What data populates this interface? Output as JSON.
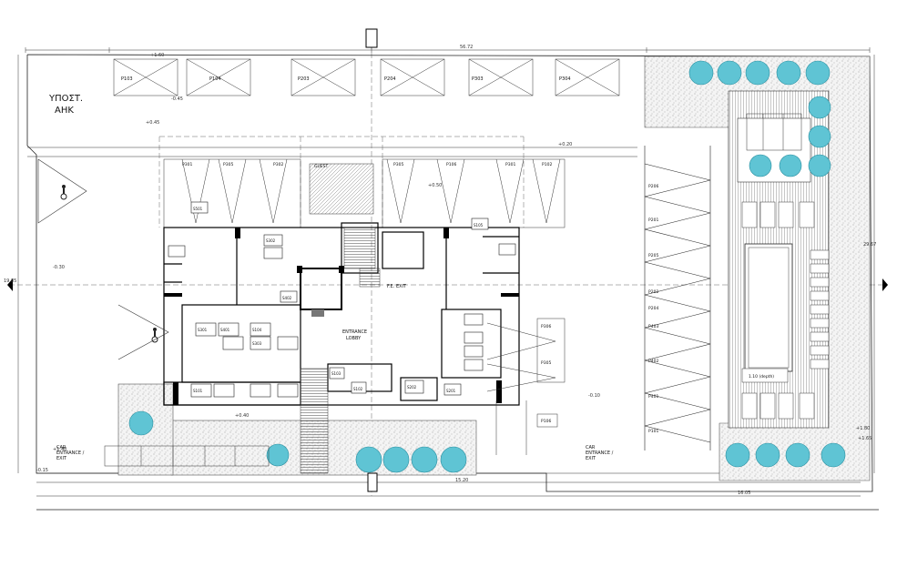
{
  "substation": {
    "line1": "ΥΠΟΣΤ.",
    "line2": "ΑΗΚ"
  },
  "entrance_lobby": {
    "line1": "ENTRANCE",
    "line2": "LOBBY"
  },
  "car_entrance_left": {
    "line1": "CAR",
    "line2": "ENTRANCE /",
    "line3": "EXIT"
  },
  "car_entrance_right": {
    "line1": "CAR",
    "line2": "ENTRANCE /",
    "line3": "EXIT"
  },
  "fire_exit": "F.E. EXIT",
  "guest": "GUEST",
  "depth_label": "1.10 (depth)",
  "top_parking": [
    "P103",
    "P104",
    "P203",
    "P204",
    "P303",
    "P304"
  ],
  "upper_row_parking": [
    "P301",
    "P305",
    "P302",
    "P305",
    "P106",
    "P301",
    "P102"
  ],
  "right_column_parking": [
    "P206",
    "P201",
    "P205",
    "P202",
    "P204",
    "P403",
    "P402",
    "P401",
    "P101"
  ],
  "middle_parking": [
    "P306",
    "P305"
  ],
  "lower_parking": "P106",
  "storage_labels": [
    "S101",
    "S102",
    "S103",
    "S104",
    "S105",
    "S201",
    "S202",
    "S301",
    "S302",
    "S303",
    "S401",
    "S402",
    "S501"
  ],
  "overall_dims": {
    "top": "56.72",
    "bottom_mid": "15.20",
    "bottom_right": "16.05",
    "right_side": "29.67",
    "left_side": "19.85"
  },
  "levels": [
    "+1.60",
    "+0.45",
    "+0.40",
    "+0.20",
    "+0.50",
    "-0.45",
    "-0.30",
    "-0.10",
    "+1.80",
    "+1.65",
    "+1.40",
    "-0.15"
  ]
}
